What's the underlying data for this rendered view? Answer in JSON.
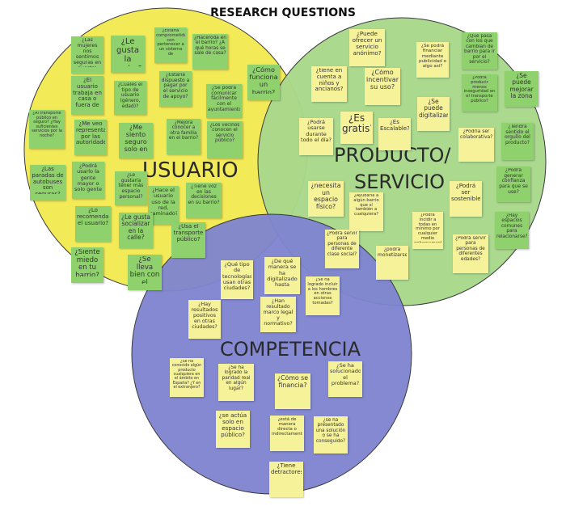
{
  "page": {
    "title": "RESEARCH QUESTIONS"
  },
  "circles": {
    "usuario": {
      "label": "USUARIO",
      "fill": "#f3ea58"
    },
    "producto": {
      "label_line1": "PRODUCTO/",
      "label_line2": "SERVICIO",
      "fill": "#a8d88a"
    },
    "competencia": {
      "label": "COMPETENCIA",
      "fill": "#7f84cf"
    }
  },
  "colors": {
    "note_green": "#8ed16d",
    "note_yellow": "#f6f29a",
    "outline": "#3a3a3a",
    "dot_teal": "#13a98b",
    "dot_gray": "#7d7d7d",
    "dot_black": "#111111",
    "dot_yellow": "#f2c230",
    "dot_blue": "#3f57c5",
    "dot_red": "#d0384a"
  },
  "notes": [
    {
      "id": "u1",
      "text": "¿Las mujeres nos sentimos seguras en nuestro barrio?",
      "color": "green",
      "dots": []
    },
    {
      "id": "u2",
      "text": "¿Le gusta la noche?",
      "color": "green",
      "dots": [
        "teal",
        "black"
      ]
    },
    {
      "id": "u3",
      "text": "¿Estaría comprometido con pertenecer a un sistema de seguridad?",
      "color": "green",
      "dots": []
    },
    {
      "id": "u4",
      "text": "¿Haceroda en el barrio? ¿A qué horas se sale de casa?",
      "color": "green",
      "dots": []
    },
    {
      "id": "u5",
      "text": "¿El usuario trabaja en casa o fuera de ella?",
      "color": "green",
      "dots": [
        "teal",
        "black"
      ]
    },
    {
      "id": "u6",
      "text": "¿Cuáles el tipo de usuario (género, edad)?",
      "color": "green",
      "dots": []
    },
    {
      "id": "u7",
      "text": "¿Estaría dispuesto a pagar por el servicio de apoyo?",
      "color": "green",
      "dots": [
        "teal",
        "black"
      ]
    },
    {
      "id": "u8",
      "text": "¿Cómo funciona un barrio?",
      "color": "green",
      "dots": [
        "black"
      ]
    },
    {
      "id": "u9",
      "text": "¿Se podrá comunicar fácilmente con el ayuntamiento?",
      "color": "green",
      "dots": [
        "black"
      ]
    },
    {
      "id": "u10",
      "text": "¿Al transporte público en seguro? ¿Hay suficientes servicios por la noche?",
      "color": "green",
      "dots": [
        "teal",
        "blue",
        "red",
        "black"
      ]
    },
    {
      "id": "u11",
      "text": "¿Me veo representado por las autoridades?",
      "color": "green",
      "dots": [
        "teal",
        "black"
      ]
    },
    {
      "id": "u12",
      "text": "¿Me siento seguro solo en la calle?",
      "color": "green",
      "dots": [
        "teal",
        "black"
      ]
    },
    {
      "id": "u13",
      "text": "¿Mejora conocer a otra familia en el barrio?",
      "color": "green",
      "dots": [
        "black"
      ]
    },
    {
      "id": "u14",
      "text": "¿Los vecinos conocen el servicio público?",
      "color": "green",
      "dots": [
        "black"
      ]
    },
    {
      "id": "u15",
      "text": "¿Las paradas de autobuses son seguras?",
      "color": "green",
      "dots": [
        "teal",
        "blue",
        "black"
      ]
    },
    {
      "id": "u16",
      "text": "¿Podrá usarlo la gente mayor o solo gente joven?",
      "color": "green",
      "dots": []
    },
    {
      "id": "u17",
      "text": "¿Le gustaría tener más espacio personal?",
      "color": "green",
      "dots": []
    },
    {
      "id": "u18",
      "text": "¿Hace el usuario uso de la red, caminado?",
      "color": "green",
      "dots": [
        "teal",
        "black"
      ]
    },
    {
      "id": "u19",
      "text": "¿Tiene voz en las decisiones en su barrio?",
      "color": "green",
      "dots": [
        "black"
      ]
    },
    {
      "id": "u20",
      "text": "¿Lo recomendaría el usuario?",
      "color": "green",
      "dots": [
        "teal",
        "black"
      ]
    },
    {
      "id": "u21",
      "text": "¿Le gusta socializar en la calle?",
      "color": "green",
      "dots": [
        "teal",
        "black"
      ]
    },
    {
      "id": "u22",
      "text": "¿Usa el transporte público?",
      "color": "green",
      "dots": [
        "teal"
      ]
    },
    {
      "id": "u23",
      "text": "¿Siente miedo en tu barrio?",
      "color": "green",
      "dots": [
        "teal",
        "black"
      ]
    },
    {
      "id": "u24",
      "text": "¿Se lleva bien con el vecino?",
      "color": "green",
      "dots": [
        "teal",
        "black"
      ]
    },
    {
      "id": "p1",
      "text": "¿Puede ofrecer un servicio anónimo?",
      "color": "yellow",
      "dots": [
        "teal"
      ]
    },
    {
      "id": "p2",
      "text": "¿Se podrá financiar mediante publicidad o algo así?",
      "color": "yellow",
      "dots": [
        "teal"
      ]
    },
    {
      "id": "p3",
      "text": "¿Qué pasa con los que cambian de barrio para ir por el servicio?",
      "color": "green",
      "dots": [
        "teal",
        "black"
      ]
    },
    {
      "id": "p4",
      "text": "¿tiene en cuenta a niños y ancianos?",
      "color": "yellow",
      "dots": [
        "teal"
      ]
    },
    {
      "id": "p5",
      "text": "¿Cómo incentivar su uso?",
      "color": "yellow",
      "dots": [
        "teal",
        "black"
      ]
    },
    {
      "id": "p6",
      "text": "¿Podrá producir menos inseguridad en el transporte público?",
      "color": "green",
      "dots": [
        "teal",
        "black"
      ]
    },
    {
      "id": "p7",
      "text": "¿Se puede mejorar la zona en la que vivo?",
      "color": "green",
      "dots": [
        "teal",
        "gray",
        "black"
      ]
    },
    {
      "id": "p8",
      "text": "¿Se puede digitalizar?",
      "color": "yellow",
      "dots": [
        "teal",
        "black"
      ]
    },
    {
      "id": "p9",
      "text": "¿Podrá usarse durante todo el día?",
      "color": "yellow",
      "dots": [
        "teal"
      ]
    },
    {
      "id": "p10",
      "text": "¿Es gratis?",
      "color": "yellow",
      "dots": [
        "teal",
        "gray"
      ]
    },
    {
      "id": "p11",
      "text": "¿Es Escalable?",
      "color": "yellow",
      "dots": [
        "teal",
        "gray"
      ]
    },
    {
      "id": "p12",
      "text": "¿Podría ser colaborativa?",
      "color": "yellow",
      "dots": [
        "teal"
      ]
    },
    {
      "id": "p13",
      "text": "¿Tendrá sentido el orgullo del producto?",
      "color": "green",
      "dots": [
        "teal",
        "black"
      ]
    },
    {
      "id": "p14",
      "text": "¿Podrá generar confianza para que se use?",
      "color": "green",
      "dots": [
        "teal",
        "black"
      ]
    },
    {
      "id": "p15",
      "text": "¿necesita un espacio físico?",
      "color": "yellow",
      "dots": [
        "teal",
        "gray"
      ]
    },
    {
      "id": "p16",
      "text": "¿Ayudaría a algún barrio que sí también a cualquiera?",
      "color": "yellow",
      "dots": []
    },
    {
      "id": "p17",
      "text": "¿Podrá incidir a todas en mínimo por cualquier medio gobernamental?",
      "color": "yellow",
      "dots": []
    },
    {
      "id": "p18",
      "text": "¿Podrá ser sostenible?",
      "color": "yellow",
      "dots": [
        "teal",
        "black"
      ]
    },
    {
      "id": "p19",
      "text": "¿Hay espacios comunes para relacionarse?",
      "color": "green",
      "dots": [
        "teal",
        "black"
      ]
    },
    {
      "id": "p20",
      "text": "¿Podrá servir para personas de diferente clase social?",
      "color": "yellow",
      "dots": [
        "teal",
        "blue",
        "red",
        "black"
      ]
    },
    {
      "id": "p21",
      "text": "¿podrá monetizarse?",
      "color": "yellow",
      "dots": [
        "teal",
        "gray"
      ]
    },
    {
      "id": "p22",
      "text": "¿Podrá servir para personas de diferentes edades?",
      "color": "yellow",
      "dots": [
        "teal",
        "black",
        "black"
      ]
    },
    {
      "id": "c1",
      "text": "¿Qué tipo de tecnologías usan otras ciudades?",
      "color": "yellow",
      "dots": [
        "teal",
        "gray",
        "yellow"
      ]
    },
    {
      "id": "c2",
      "text": "¿De qué manera se ha digitalizado hasta ahora?",
      "color": "yellow",
      "dots": [
        "teal",
        "gray",
        "yellow"
      ]
    },
    {
      "id": "c3",
      "text": "¿Se ha logrado incluir a los hombres en otras acciones tomadas?",
      "color": "yellow",
      "dots": [
        "teal",
        "yellow"
      ]
    },
    {
      "id": "c4",
      "text": "¿Hay resultados positivos en otras ciudades?",
      "color": "yellow",
      "dots": [
        "teal",
        "gray",
        "yellow"
      ]
    },
    {
      "id": "c5",
      "text": "¿Han resultado marco legal y normativo?",
      "color": "yellow",
      "dots": [
        "teal",
        "gray",
        "yellow"
      ]
    },
    {
      "id": "c6",
      "text": "¿Se ha conocido algún producto cualquiera en el ámbito en España? ¿Y en el extranjero?",
      "color": "yellow",
      "dots": [
        "teal",
        "yellow",
        "yellow"
      ]
    },
    {
      "id": "c7",
      "text": "¿Se ha logrado la paridad real en algún lugar?",
      "color": "yellow",
      "dots": [
        "teal",
        "gray",
        "yellow"
      ]
    },
    {
      "id": "c8",
      "text": "¿Cómo se financia?",
      "color": "yellow",
      "dots": [
        "teal",
        "gray",
        "yellow"
      ]
    },
    {
      "id": "c9",
      "text": "¿Se ha solucionado el problema?",
      "color": "yellow",
      "dots": [
        "teal",
        "gray",
        "yellow"
      ]
    },
    {
      "id": "c10",
      "text": "¿se actúa solo en espacio público?",
      "color": "yellow",
      "dots": [
        "teal",
        "gray",
        "yellow"
      ]
    },
    {
      "id": "c11",
      "text": "¿está de manera directa o indirectamente?",
      "color": "yellow",
      "dots": [
        "teal",
        "yellow"
      ]
    },
    {
      "id": "c12",
      "text": "¿se ha presentado una solución o se ha conseguido?",
      "color": "yellow",
      "dots": [
        "teal",
        "gray",
        "yellow"
      ]
    },
    {
      "id": "c13",
      "text": "¿Tiene detractores?",
      "color": "yellow",
      "dots": [
        "teal",
        "gray",
        "yellow"
      ]
    }
  ]
}
